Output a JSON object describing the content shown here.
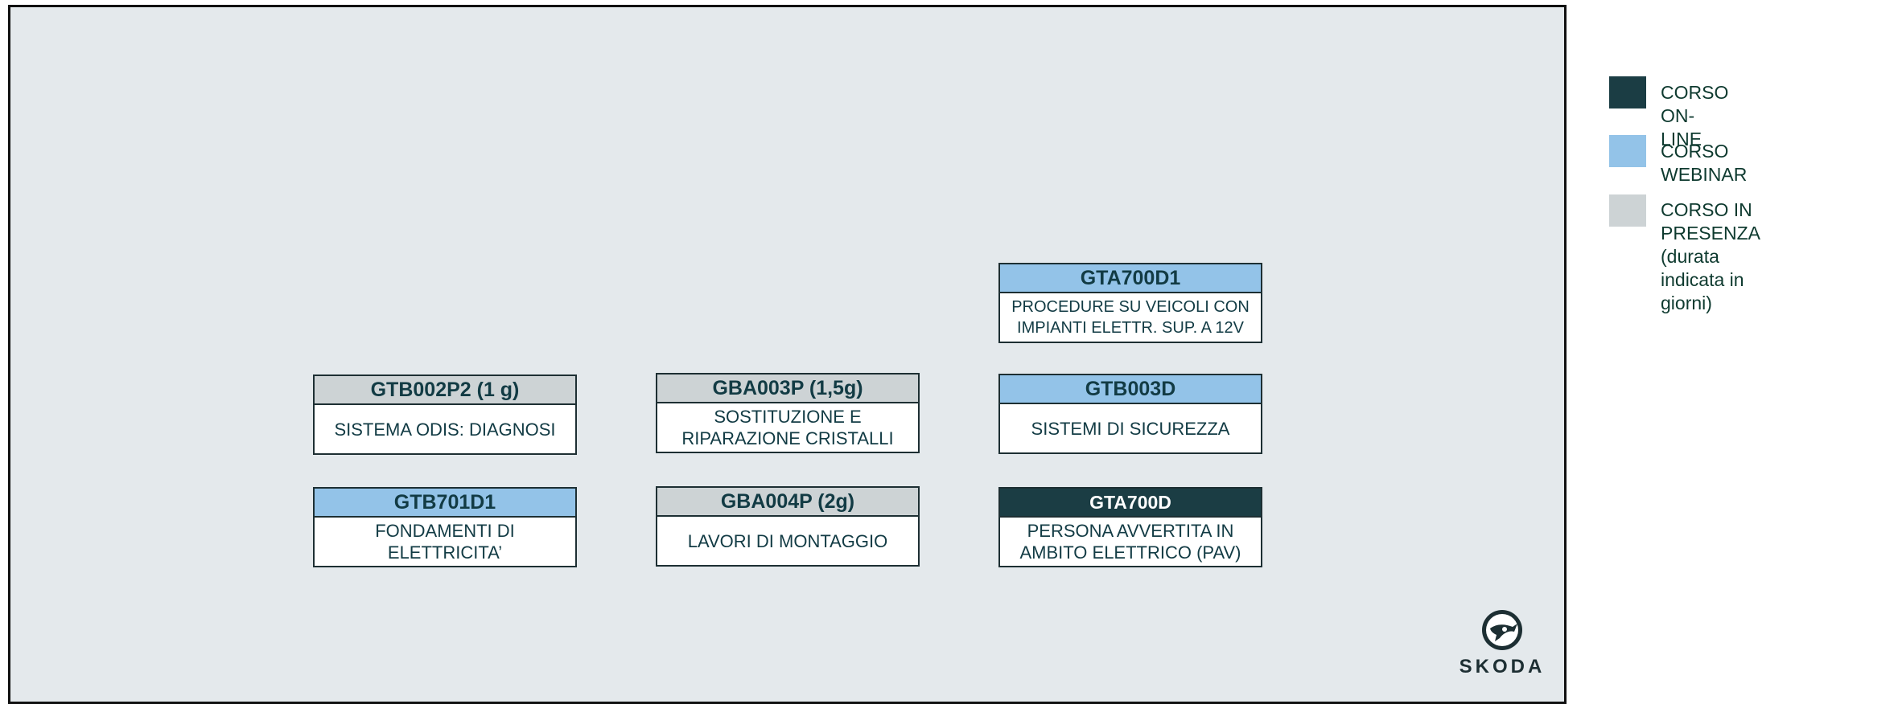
{
  "colors": {
    "online": "#1b3d44",
    "webinar": "#93c3e8",
    "presenza": "#cdd3d5",
    "background": "#e4e9ec"
  },
  "legend": {
    "online": "CORSO ON-LINE",
    "webinar": "CORSO WEBINAR",
    "presenza": "CORSO IN PRESENZA\n(durata indicata in giorni)"
  },
  "courses": {
    "gta700d1": {
      "code": "GTA700D1",
      "title": "PROCEDURE SU VEICOLI CON\nIMPIANTI ELETTR. SUP. A 12V",
      "type": "webinar"
    },
    "gtb002p2": {
      "code": "GTB002P2 (1 g)",
      "title": "SISTEMA ODIS: DIAGNOSI",
      "type": "presenza"
    },
    "gba003p": {
      "code": "GBA003P (1,5g)",
      "title": "SOSTITUZIONE E\nRIPARAZIONE CRISTALLI",
      "type": "presenza"
    },
    "gtb003d": {
      "code": "GTB003D",
      "title": "SISTEMI DI SICUREZZA",
      "type": "webinar"
    },
    "gtb701d1": {
      "code": "GTB701D1",
      "title": "FONDAMENTI DI\nELETTRICITA’",
      "type": "webinar"
    },
    "gba004p": {
      "code": "GBA004P (2g)",
      "title": "LAVORI DI MONTAGGIO",
      "type": "presenza"
    },
    "gta700d": {
      "code": "GTA700D",
      "title": "PERSONA AVVERTITA IN\nAMBITO ELETTRICO (PAV)",
      "type": "online"
    }
  },
  "brand": {
    "name": "SKODA",
    "logo_icon": "skoda-winged-arrow-icon"
  }
}
